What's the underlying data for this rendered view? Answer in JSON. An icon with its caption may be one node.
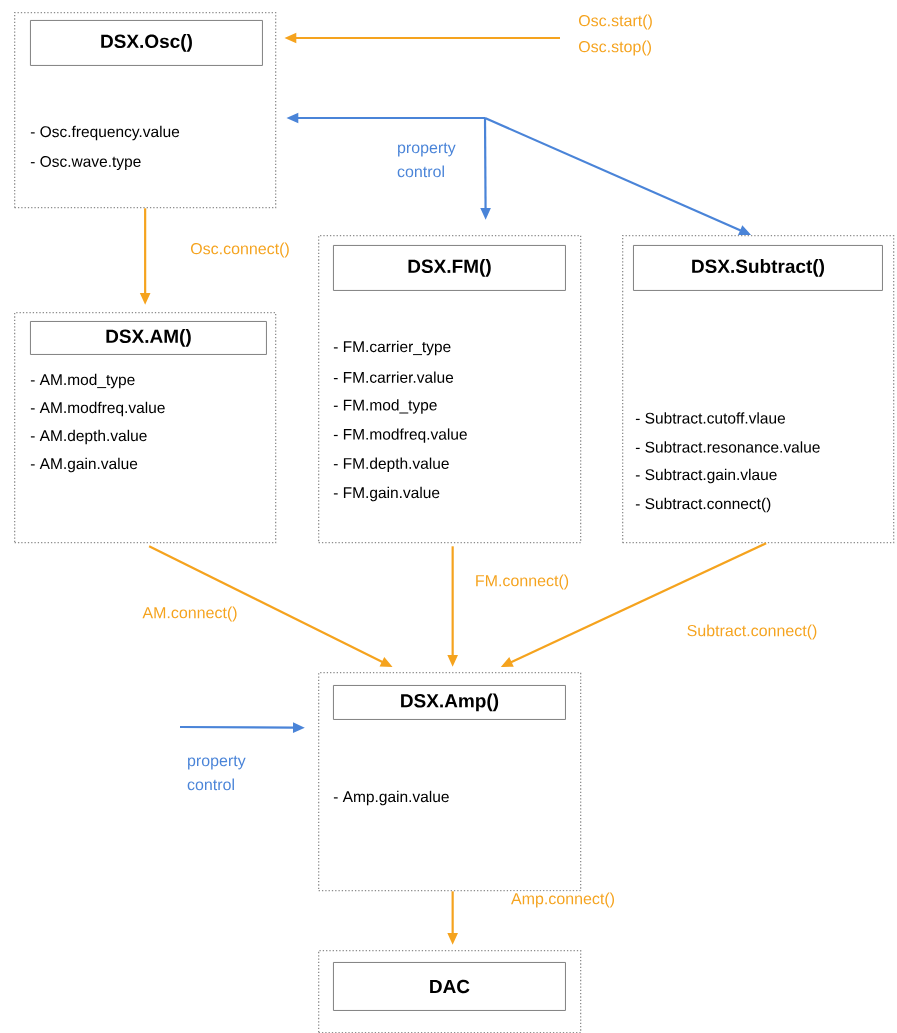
{
  "diagram": {
    "nodes": [
      {
        "text": [
          "- Osc.frequency.value",
          "- Osc.wave.type"
        ]
      },
      {
        "text": [
          "DSX.Osc()"
        ],
        "in": 0
      },
      {
        "text": [
          "- AM.mod_type",
          "- AM.modfreq.value",
          "- AM.depth.value",
          "- AM.gain.value"
        ]
      },
      {
        "text": [
          "DSX.AM()"
        ],
        "in": 2
      },
      {
        "text": [
          "- FM.carrier_type",
          "- FM.carrier.value",
          "- FM.mod_type",
          "- FM.modfreq.value",
          "- FM.depth.value",
          "- FM.gain.value"
        ]
      },
      {
        "text": [
          "DSX.FM()"
        ],
        "in": 4
      },
      {
        "text": [
          "- Subtract.cutoff.vlaue",
          "- Subtract.resonance.value",
          "- Subtract.gain.vlaue",
          "- Subtract.connect()"
        ]
      },
      {
        "text": [
          "DSX.Subtract()"
        ],
        "in": 6
      },
      {
        "text": [
          "- Amp.gain.value"
        ]
      },
      {
        "text": [
          "DSX.Amp()"
        ],
        "in": 8
      },
      {
        "text": [],
        "shape": "box"
      },
      {
        "text": [
          "DAC"
        ],
        "in": 10
      },
      {
        "text": [
          "Osc.start() Osc.stop()"
        ]
      }
    ],
    "edges": [
      {
        "from": 12,
        "to": 0,
        "arrow": "to"
      },
      {
        "from": null,
        "to": 0,
        "arrow": "to",
        "color": "#4a84d8"
      },
      {
        "from": null,
        "to": 4,
        "arrow": "to",
        "color": "#4a84d8",
        "label": "property control"
      },
      {
        "from": null,
        "to": 6,
        "arrow": "to",
        "color": "#4a84d8"
      },
      {
        "from": 0,
        "to": 2,
        "arrow": "to",
        "label": "Osc.connect()"
      },
      {
        "from": 2,
        "to": 8,
        "arrow": "to",
        "label": "AM.connect()"
      },
      {
        "from": 4,
        "to": 8,
        "arrow": "to",
        "label": "FM.connect()"
      },
      {
        "from": 6,
        "to": 8,
        "arrow": "to",
        "label": "Subtract.connect()"
      },
      {
        "from": null,
        "to": 8,
        "arrow": "to",
        "color": "#4a84d8",
        "label": "property control"
      },
      {
        "from": 8,
        "to": 10,
        "arrow": "to",
        "label": "Amp.connect()"
      }
    ]
  }
}
